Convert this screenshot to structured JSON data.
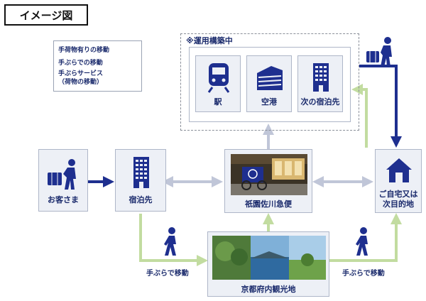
{
  "title": "イメージ図",
  "legend": {
    "items": [
      {
        "label": "手荷物有りの移動",
        "color": "#1e2f8f"
      },
      {
        "label": "手ぶらでの移動",
        "color": "#c2dca0"
      },
      {
        "label": "手ぶらサービス",
        "label2": "（荷物の移動）",
        "color": "#c0c6d8"
      }
    ]
  },
  "under_construction": {
    "title": "※運用構築中",
    "tiles": [
      {
        "label": "駅",
        "icon": "train-icon"
      },
      {
        "label": "空港",
        "icon": "airport-building-icon"
      },
      {
        "label": "次の宿泊先",
        "icon": "hotel-building-icon"
      }
    ]
  },
  "nodes": {
    "customer": {
      "label": "お客さま",
      "icon": "traveler-with-luggage-icon"
    },
    "lodging": {
      "label": "宿泊先",
      "icon": "hotel-building-icon"
    },
    "gion": {
      "label": "祇園佐川急便",
      "icon": "delivery-cart-photo"
    },
    "home": {
      "label": "ご自宅又は",
      "label2": "次目的地",
      "icon": "house-icon"
    },
    "sightseeing": {
      "label": "京都府内観光地",
      "icon": "scenery-photo"
    }
  },
  "edge_labels": {
    "left_walk": "手ぶらで移動",
    "right_walk": "手ぶらで移動"
  },
  "colors": {
    "navy": "#1e2f8f",
    "green": "#c2dca0",
    "grey": "#c0c6d8"
  }
}
